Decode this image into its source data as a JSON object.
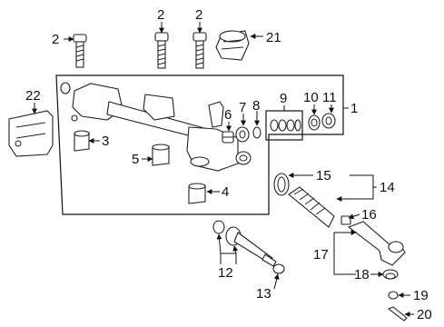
{
  "callouts": {
    "c1": "1",
    "c2a": "2",
    "c2b": "2",
    "c2c": "2",
    "c3": "3",
    "c4": "4",
    "c5": "5",
    "c6": "6",
    "c7": "7",
    "c8": "8",
    "c9": "9",
    "c10": "10",
    "c11": "11",
    "c12": "12",
    "c13": "13",
    "c14": "14",
    "c15": "15",
    "c16": "16",
    "c17": "17",
    "c18": "18",
    "c19": "19",
    "c20": "20",
    "c21": "21",
    "c22": "22"
  }
}
